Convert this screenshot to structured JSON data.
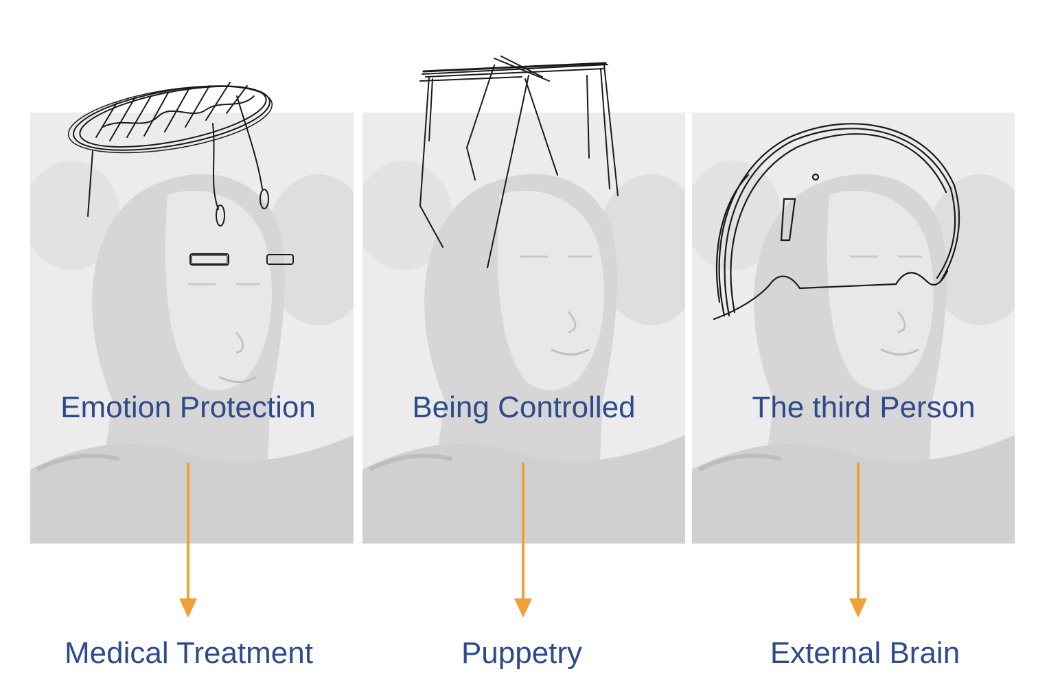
{
  "concepts": [
    {
      "name": "Emotion Protection",
      "outcome": "Medical Treatment",
      "overlay": "halo-and-eye-bars-sketch"
    },
    {
      "name": "Being Controlled",
      "outcome": "Puppetry",
      "overlay": "puppet-strings-sketch"
    },
    {
      "name": "The third Person",
      "outcome": "External Brain",
      "overlay": "dome-helmet-sketch"
    }
  ],
  "colors": {
    "text": "#2d4a8a",
    "arrow": "#f0a038",
    "sketch": "#1a1a1a",
    "photo_tint": "#e4e4e4"
  }
}
